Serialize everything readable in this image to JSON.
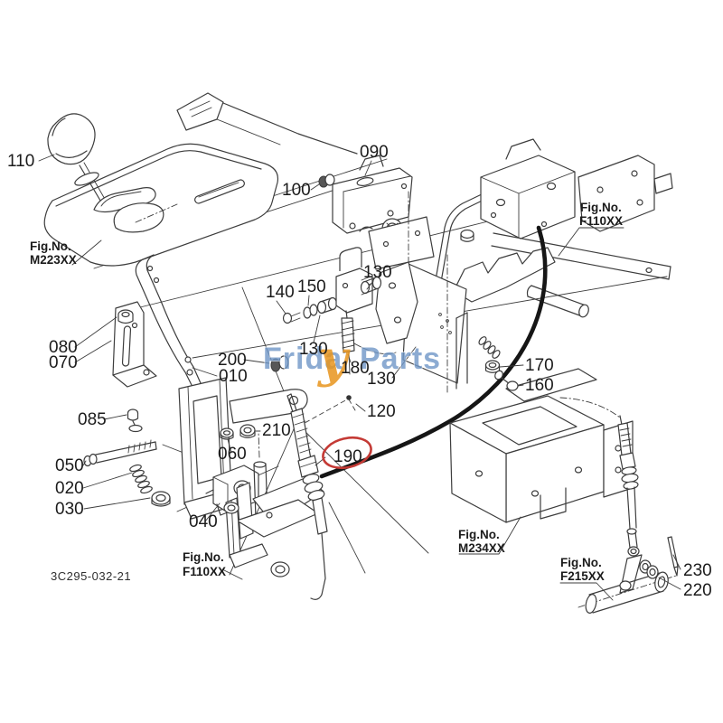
{
  "diagram": {
    "drawing_number": "3C295-032-21",
    "highlight_color": "#c43a35",
    "line_color": "#3d3d3d",
    "watermark": {
      "frida": "Frida",
      "y": "y",
      "parts": "Parts",
      "blue": "#7097c7",
      "orange": "#e8951d"
    },
    "figs": {
      "fig_prefix": "Fig.No.",
      "m223": "M223XX",
      "f110_top": "F110XX",
      "f110_bottom": "F110XX",
      "m234": "M234XX",
      "f215": "F215XX"
    },
    "labels": {
      "p110": "110",
      "p090": "090",
      "p100": "100",
      "p140": "140",
      "p150": "150",
      "p130a": "130",
      "p130b": "130",
      "p130c": "130",
      "p180": "180",
      "p120": "120",
      "p200": "200",
      "p010": "010",
      "p080": "080",
      "p070": "070",
      "p085": "085",
      "p050": "050",
      "p020": "020",
      "p030": "030",
      "p040": "040",
      "p060": "060",
      "p210": "210",
      "p190": "190",
      "p170": "170",
      "p160": "160",
      "p230": "230",
      "p220": "220"
    }
  }
}
